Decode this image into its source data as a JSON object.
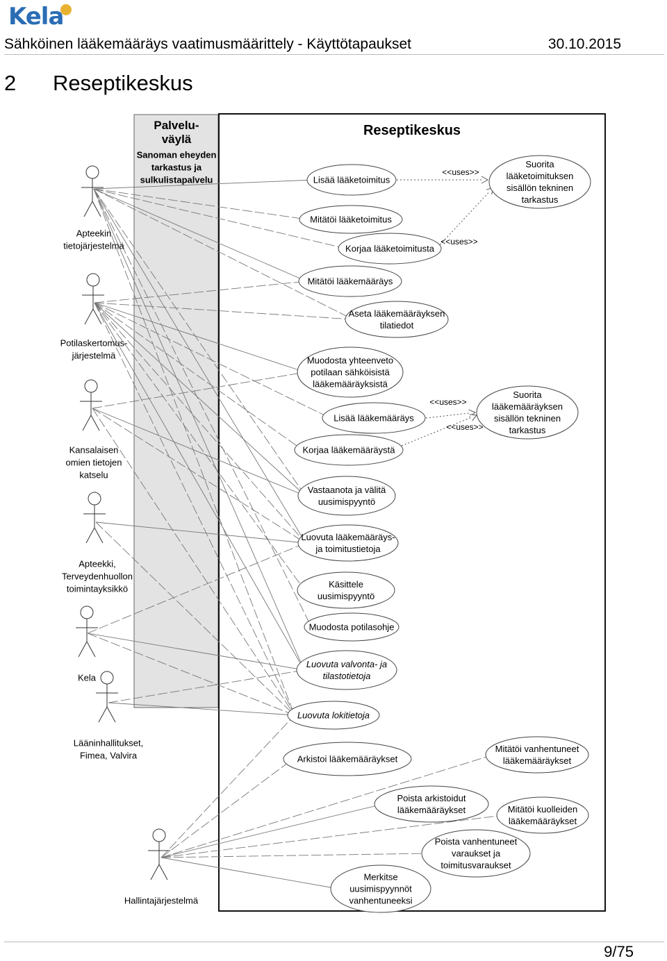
{
  "logo": {
    "text": "Kela"
  },
  "header": {
    "title": "Sähköinen lääkemääräys vaatimusmäärittely - Käyttötapaukset",
    "date": "30.10.2015"
  },
  "section": {
    "number": "2",
    "title": "Reseptikeskus"
  },
  "diagram": {
    "gateway": {
      "lines": [
        "Palvelu-",
        "väylä"
      ],
      "sub": [
        "Sanoman eheyden",
        "tarkastus ja",
        "sulkulistapalvelu"
      ]
    },
    "system_title": "Reseptikeskus",
    "actors": [
      {
        "id": "apteekki",
        "lines": [
          "Apteekin",
          "tietojärjestelmä"
        ]
      },
      {
        "id": "potilas",
        "lines": [
          "Potilaskertomus-",
          "järjestelmä"
        ]
      },
      {
        "id": "kansalainen",
        "lines": [
          "Kansalaisen",
          "omien tietojen",
          "katselu"
        ]
      },
      {
        "id": "toimintayksikko",
        "lines": [
          "Apteekki,",
          "Terveydenhuollon",
          "toimintayksikkö"
        ]
      },
      {
        "id": "kela",
        "lines": [
          "Kela"
        ]
      },
      {
        "id": "laanit",
        "lines": [
          "Lääninhallitukset,",
          "Fimea, Valvira"
        ]
      },
      {
        "id": "hallinta",
        "lines": [
          "Hallintajärjestelmä"
        ]
      }
    ],
    "use_cases": [
      {
        "id": "uc1",
        "lines": [
          "Lisää lääketoimitus"
        ]
      },
      {
        "id": "uc2",
        "lines": [
          "Mitätöi lääketoimitus"
        ]
      },
      {
        "id": "uc3",
        "lines": [
          "Korjaa lääketoimitusta"
        ]
      },
      {
        "id": "uc4",
        "lines": [
          "Suorita",
          "lääketoimituksen",
          "sisällön tekninen",
          "tarkastus"
        ]
      },
      {
        "id": "uc5",
        "lines": [
          "Mitätöi lääkemääräys"
        ]
      },
      {
        "id": "uc6",
        "lines": [
          "Aseta lääkemääräyksen",
          "tilatiedot"
        ]
      },
      {
        "id": "uc7",
        "lines": [
          "Muodosta yhteenveto",
          "potilaan sähköisistä",
          "lääkemääräyksistä"
        ]
      },
      {
        "id": "uc8",
        "lines": [
          "Lisää lääkemääräys"
        ]
      },
      {
        "id": "uc9",
        "lines": [
          "Korjaa lääkemääräystä"
        ]
      },
      {
        "id": "uc10",
        "lines": [
          "Suorita",
          "lääkemääräyksen",
          "sisällön tekninen",
          "tarkastus"
        ]
      },
      {
        "id": "uc11",
        "lines": [
          "Vastaanota ja välitä",
          "uusimispyyntö"
        ]
      },
      {
        "id": "uc12",
        "lines": [
          "Luovuta lääkemääräys-",
          "ja toimitustietoja"
        ]
      },
      {
        "id": "uc13",
        "lines": [
          "Käsittele",
          "uusimispyyntö"
        ]
      },
      {
        "id": "uc14",
        "lines": [
          "Muodosta potilasohje"
        ]
      },
      {
        "id": "uc15",
        "lines": [
          "Luovuta valvonta- ja",
          "tilastotietoja"
        ]
      },
      {
        "id": "uc16",
        "lines": [
          "Luovuta lokitietoja"
        ]
      },
      {
        "id": "uc17",
        "lines": [
          "Arkistoi lääkemääräykset"
        ]
      },
      {
        "id": "uc18",
        "lines": [
          "Mitätöi vanhentuneet",
          "lääkemääräykset"
        ]
      },
      {
        "id": "uc19",
        "lines": [
          "Poista arkistoidut",
          "lääkemääräykset"
        ]
      },
      {
        "id": "uc20",
        "lines": [
          "Mitätöi kuolleiden",
          "lääkemääräykset"
        ]
      },
      {
        "id": "uc21",
        "lines": [
          "Poista vanhentuneet",
          "varaukset ja",
          "toimitusvaraukset"
        ]
      },
      {
        "id": "uc22",
        "lines": [
          "Merkitse",
          "uusimispyynnöt",
          "vanhentuneeksi"
        ]
      }
    ],
    "uses_label": "<<uses>>"
  },
  "footer": {
    "page": "9/75"
  }
}
